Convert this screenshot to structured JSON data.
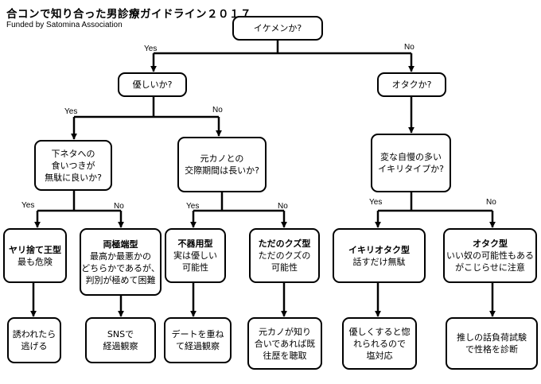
{
  "title": "合コンで知り合った男診療ガイドライン２０１７",
  "subtitle": "Funded by Satomina Association",
  "labels": {
    "yes": "Yes",
    "no": "No"
  },
  "nodes": {
    "root": "イケメンか?",
    "kind": "優しいか?",
    "otaku": "オタクか?",
    "shimo": "下ネタへの\n食いつきが\n無駄に良いか?",
    "ex": "元カノとの\n交際期間は長いか?",
    "jiman": "変な自慢の多い\nイキリタイプか?",
    "yari": {
      "head": "ヤリ捨て王型",
      "body": "最も危険"
    },
    "ryokyoku": {
      "head": "両極端型",
      "body": "最高か最悪かの\nどちらかであるが、\n判別が極めて困難"
    },
    "bukiyo": {
      "head": "不器用型",
      "body": "実は優しい\n可能性"
    },
    "kuzu": {
      "head": "ただのクズ型",
      "body": "ただのクズの\n可能性"
    },
    "ikiri": {
      "head": "イキリオタク型",
      "body": "話すだけ無駄"
    },
    "otakukata": {
      "head": "オタク型",
      "body": "いい奴の可能性もある\nがこじらせに注意"
    },
    "a1": "誘われたら\n逃げる",
    "a2": "SNSで\n経過観察",
    "a3": "デートを重ね\nて経過観察",
    "a4": "元カノが知り\n合いであれば既\n往歴を聴取",
    "a5": "優しくすると惚\nれられるので\n塩対応",
    "a6": "推しの話負荷試験\nで性格を診断"
  }
}
